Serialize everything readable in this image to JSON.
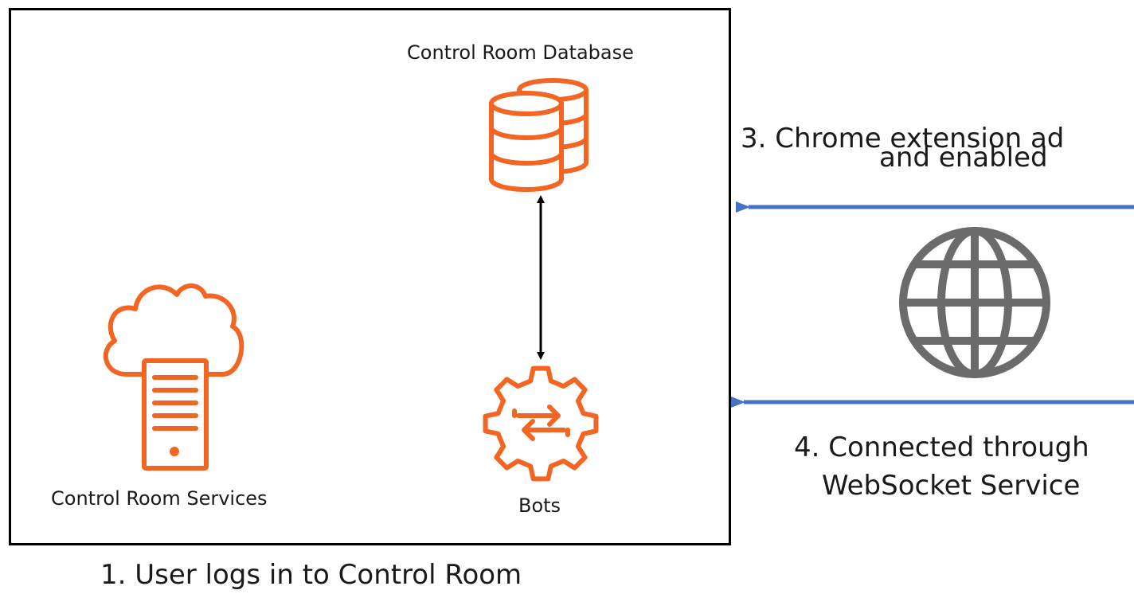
{
  "labels": {
    "database": "Control Room Database",
    "services": "Control Room Services",
    "bots": "Bots",
    "step1": "1. User logs in to Control Room",
    "step3_line1": "3. Chrome extension ad",
    "step3_line2": "and enabled",
    "step4_line1": "4. Connected through",
    "step4_line2": "WebSocket Service"
  },
  "icons": {
    "database": "database-icon",
    "cloud_server": "cloud-server-icon",
    "bots_gear": "gear-sync-icon",
    "globe": "globe-icon"
  },
  "colors": {
    "orange": "#F26522",
    "blue": "#4472C4",
    "gray": "#6b6b6b",
    "black": "#000000"
  }
}
